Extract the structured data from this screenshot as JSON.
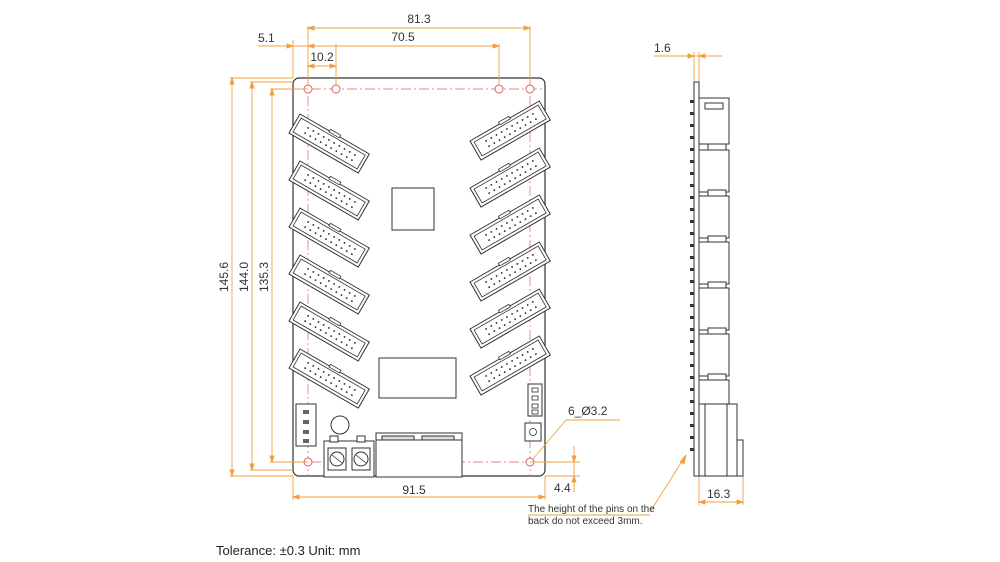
{
  "front_view": {
    "dims": {
      "width_holes": "81.3",
      "inner_holes": "70.5",
      "edge_offset": "5.1",
      "hole_spacing": "10.2",
      "height_outer": "145.6",
      "height_holes": "144.0",
      "height_inner": "135.3",
      "width_board": "91.5",
      "bottom_offset": "4.4",
      "hole_spec": "6_Ø3.2"
    }
  },
  "side_view": {
    "dims": {
      "thickness": "1.6",
      "depth": "16.3"
    },
    "note_lines": [
      "The height of the pins on the",
      "back do not exceed 3mm."
    ]
  },
  "footer": {
    "tolerance": "Tolerance: ±0.3 Unit: mm"
  },
  "colors": {
    "dimension": "#f0a040",
    "centerline": "#e06060",
    "outline": "#333333"
  }
}
